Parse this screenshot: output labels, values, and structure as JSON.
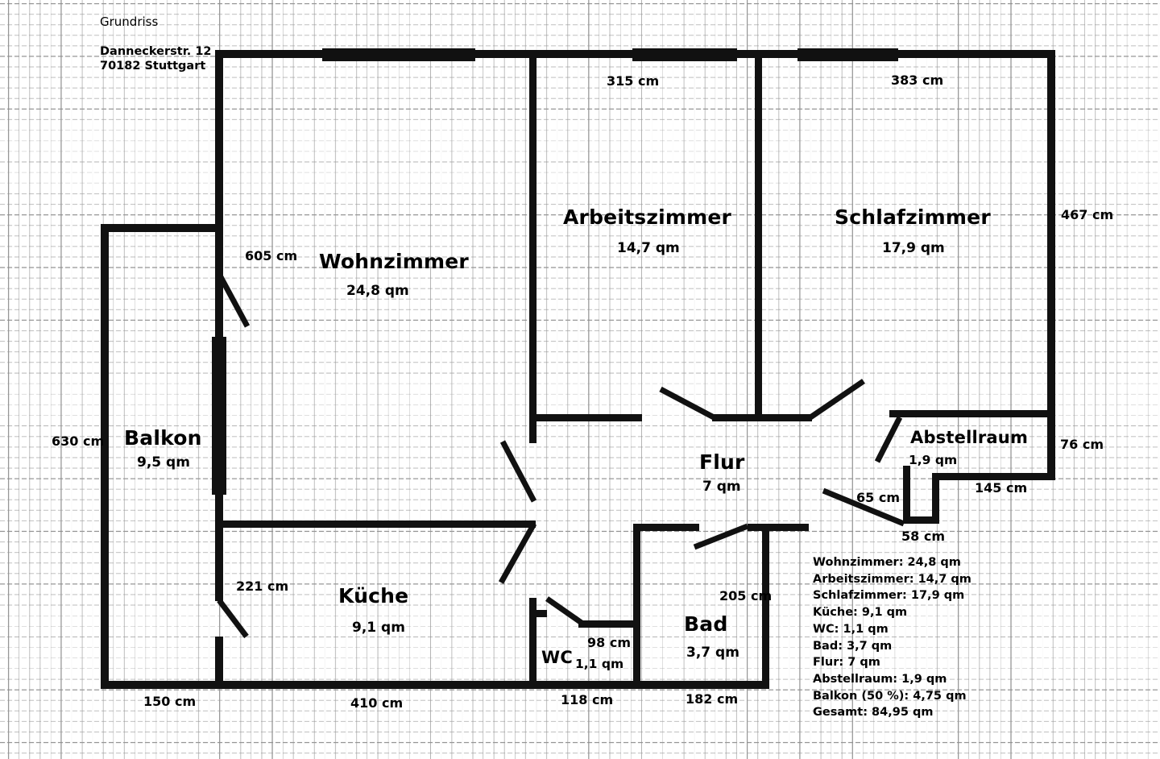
{
  "document": {
    "title": "Grundriss",
    "address_line1": "Danneckerstr. 12",
    "address_line2": "70182 Stuttgart"
  },
  "colors": {
    "wall": "#111111",
    "text": "#000000",
    "background": "#ffffff",
    "grid": "#969696"
  },
  "rooms": [
    {
      "key": "wohnzimmer",
      "name": "Wohnzimmer",
      "area": "24,8 qm"
    },
    {
      "key": "arbeitszimmer",
      "name": "Arbeitszimmer",
      "area": "14,7 qm"
    },
    {
      "key": "schlafzimmer",
      "name": "Schlafzimmer",
      "area": "17,9 qm"
    },
    {
      "key": "balkon",
      "name": "Balkon",
      "area": "9,5 qm"
    },
    {
      "key": "kueche",
      "name": "Küche",
      "area": "9,1 qm"
    },
    {
      "key": "flur",
      "name": "Flur",
      "area": "7 qm"
    },
    {
      "key": "bad",
      "name": "Bad",
      "area": "3,7 qm"
    },
    {
      "key": "wc",
      "name": "WC",
      "area": "1,1 qm"
    },
    {
      "key": "abstellraum",
      "name": "Abstellraum",
      "area": "1,9 qm"
    }
  ],
  "dimensions": {
    "top_arbeitszimmer": "315 cm",
    "top_schlafzimmer": "383 cm",
    "right_height": "467 cm",
    "left_height": "630 cm",
    "wohnzimmer_width": "605 cm",
    "balkon_door": "221 cm",
    "abstellraum_right": "76 cm",
    "abstellraum_145": "145 cm",
    "abstellraum_65": "65 cm",
    "abstellraum_58": "58 cm",
    "bad_205": "205 cm",
    "wc_98": "98 cm",
    "bottom_150": "150 cm",
    "bottom_410": "410 cm",
    "bottom_118": "118 cm",
    "bottom_182": "182 cm"
  },
  "legend": {
    "lines": [
      "Wohnzimmer: 24,8 qm",
      "Arbeitszimmer: 14,7 qm",
      "Schlafzimmer: 17,9 qm",
      "Küche: 9,1 qm",
      "WC: 1,1 qm",
      "Bad: 3,7 qm",
      "Flur: 7 qm",
      "Abstellraum: 1,9 qm",
      "Balkon (50 %): 4,75 qm",
      "Gesamt: 84,95 qm"
    ]
  }
}
